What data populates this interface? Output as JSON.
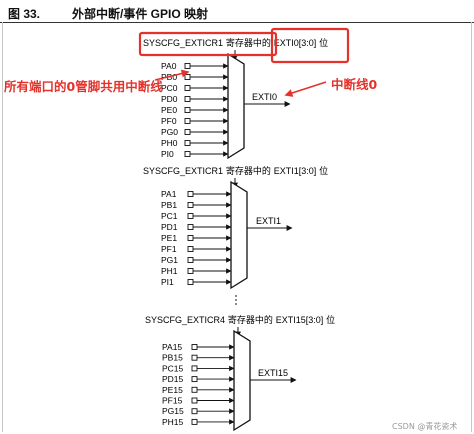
{
  "figure": {
    "number": "图 33.",
    "title": "外部中断/事件 GPIO 映射"
  },
  "blocks": [
    {
      "register": "SYSCFG_EXTICR1",
      "register_suffix": " 寄存器中的 ",
      "field": "EXTI0[3:0]",
      "field_suffix": " 位",
      "inputs": [
        "PA0",
        "PB0",
        "PC0",
        "PD0",
        "PE0",
        "PF0",
        "PG0",
        "PH0",
        "PI0"
      ],
      "output": "EXTI0"
    },
    {
      "register": "SYSCFG_EXTICR1",
      "register_suffix": " 寄存器中的 ",
      "field": "EXTI1[3:0]",
      "field_suffix": " 位",
      "inputs": [
        "PA1",
        "PB1",
        "PC1",
        "PD1",
        "PE1",
        "PF1",
        "PG1",
        "PH1",
        "PI1"
      ],
      "output": "EXTI1"
    },
    {
      "register": "SYSCFG_EXTICR4",
      "register_suffix": " 寄存器中的 ",
      "field": "EXTI15[3:0]",
      "field_suffix": " 位",
      "inputs": [
        "PA15",
        "PB15",
        "PC15",
        "PD15",
        "PE15",
        "PF15",
        "PG15",
        "PH15"
      ],
      "output": "EXTI15"
    }
  ],
  "annotations": {
    "left": "所有端口的0管脚共用中断线",
    "right": "中断线0",
    "color": "#e4322b"
  },
  "watermark": "CSDN @青花瓷术"
}
